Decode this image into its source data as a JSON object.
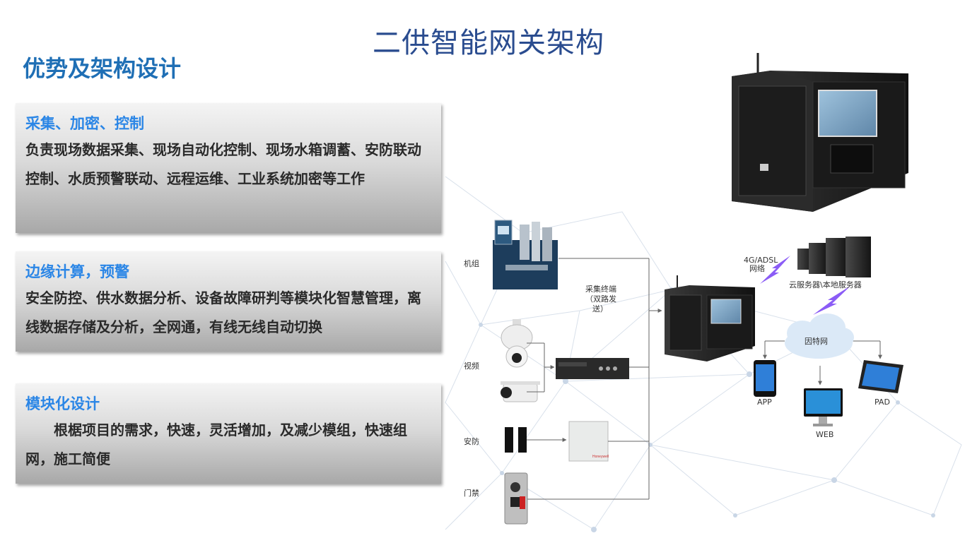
{
  "title": "二供智能网关架构",
  "subtitle": "优势及架构设计",
  "cards": [
    {
      "title": "采集、加密、控制",
      "body": "负责现场数据采集、现场自动化控制、现场水箱调蓄、安防联动控制、水质预警联动、远程运维、工业系统加密等工作"
    },
    {
      "title": "边缘计算，预警",
      "body": "安全防控、供水数据分析、设备故障研判等模块化智慧管理，离线数据存储及分析，全网通，有线无线自动切换"
    },
    {
      "title": "模块化设计",
      "body": "根椐项目的需求，快速，灵活增加，及减少模组，快速组网，施工简便"
    }
  ],
  "diagram": {
    "labels": {
      "unit": "机组",
      "video": "视频",
      "security": "安防",
      "access": "门禁",
      "terminal_1": "采集终端",
      "terminal_2": "（双路发",
      "terminal_3": "送）",
      "net_1": "4G/ADSL",
      "net_2": "网络",
      "server": "云服务器\\本地服务器",
      "internet": "因特网",
      "app": "APP",
      "web": "WEB",
      "pad": "PAD",
      "alarm_brand": "Honeywell"
    },
    "colors": {
      "line": "#666666",
      "lightning": "#8b5cf6",
      "cloud": "#dbe9f7",
      "cabinet": "#1e1e1e"
    }
  }
}
